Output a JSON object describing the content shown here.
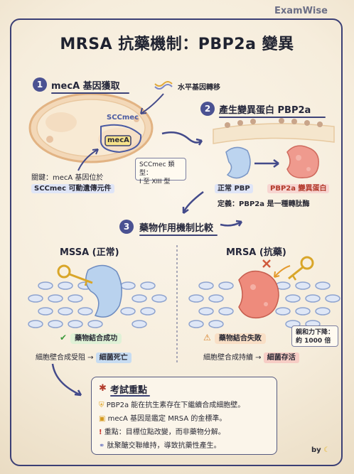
{
  "brand": "ExamWise",
  "title": "MRSA 抗藥機制：PBP2a 變異",
  "section1": {
    "num": "1",
    "title": "mecA 基因獲取",
    "hgt_label": "水平基因轉移",
    "sccmec_label": "SCCmec",
    "meca_label": "mecA",
    "key_note_line1": "關鍵：mecA 基因位於",
    "key_note_line2": "SCCmec 可動遺傳元件",
    "type_note_line1": "SCCmec 類型：",
    "type_note_line2": "I 至 XIII 型"
  },
  "section2": {
    "num": "2",
    "title": "產生變異蛋白 PBP2a",
    "normal_label": "正常 PBP",
    "mutant_label": "PBP2a 變異蛋白",
    "definition": "定義：PBP2a 是一種轉肽酶"
  },
  "section3": {
    "num": "3",
    "title": "藥物作用機制比較",
    "mssa_title": "MSSA (正常)",
    "mssa_status": "藥物結合成功",
    "mssa_result_prefix": "細胞壁合成受阻 →",
    "mssa_result": "細菌死亡",
    "mrsa_title": "MRSA (抗藥)",
    "mrsa_status": "藥物結合失敗",
    "affinity_line1": "親和力下降：",
    "affinity_line2": "約 1000 倍",
    "mrsa_result_prefix": "細胞壁合成持續 →",
    "mrsa_result": "細菌存活"
  },
  "exam": {
    "title": "考試重點",
    "items": [
      {
        "icon": "shield-icon",
        "text": "PBP2a 能在抗生素存在下繼續合成細胞壁。"
      },
      {
        "icon": "lock-icon",
        "text": "mecA 基因是鑑定 MRSA 的金標準。"
      },
      {
        "icon": "exclamation-icon",
        "text": "重點：目標位點改變，而非藥物分解。"
      },
      {
        "icon": "bandage-icon",
        "text": "肽聚醣交聯維持，導致抗藥性產生。"
      }
    ]
  },
  "signature": "by"
}
